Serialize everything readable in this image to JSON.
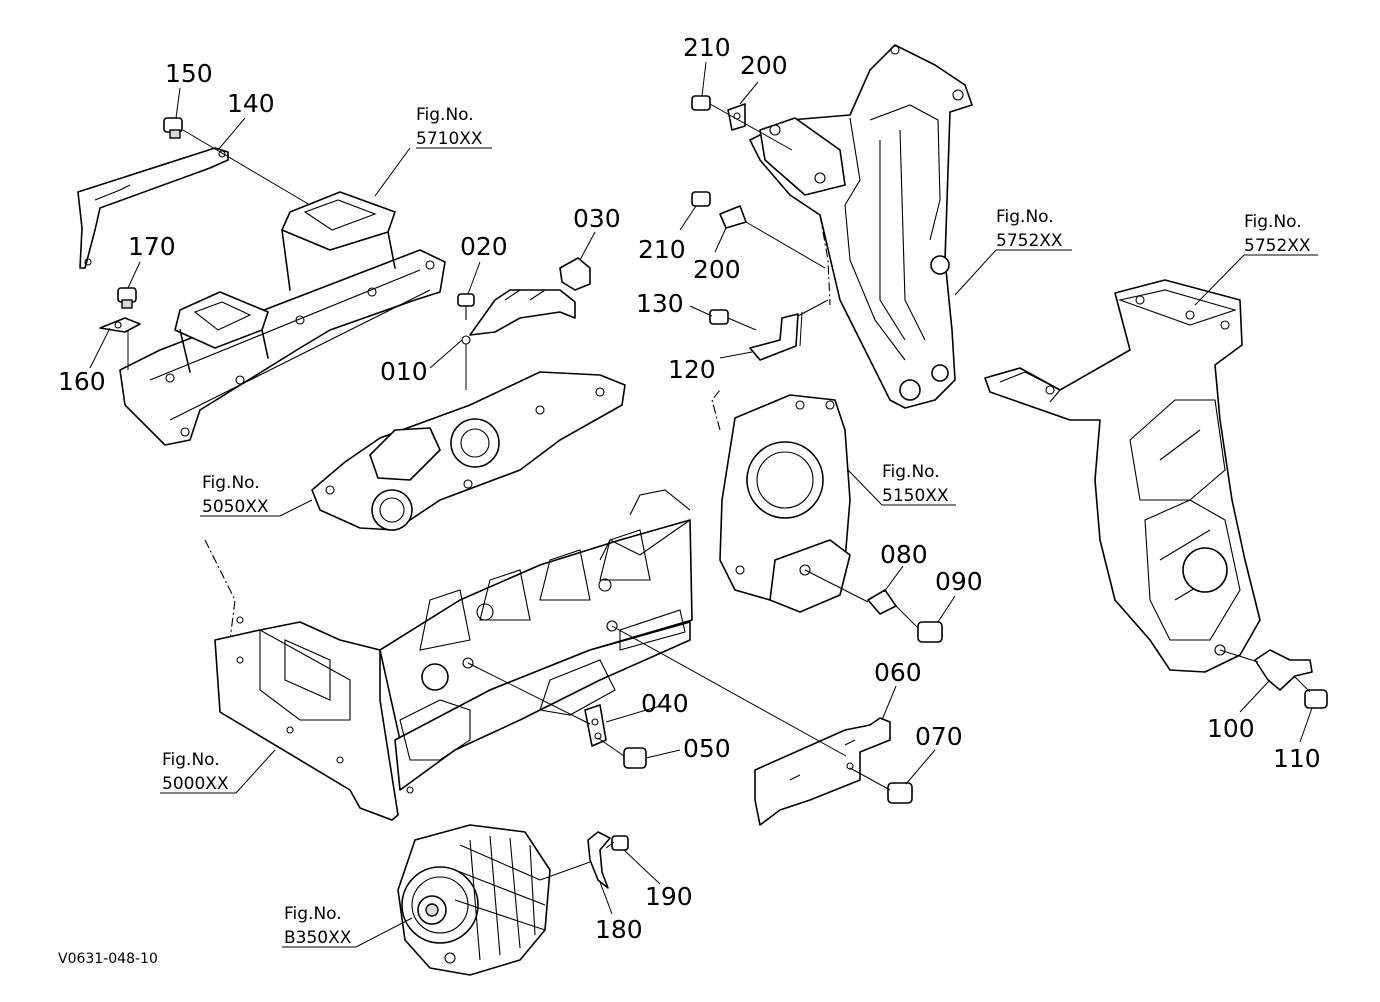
{
  "drawing_code": "V0631-048-10",
  "parts": {
    "p010": "010",
    "p020": "020",
    "p030": "030",
    "p040": "040",
    "p050": "050",
    "p060": "060",
    "p070": "070",
    "p080": "080",
    "p090": "090",
    "p100": "100",
    "p110": "110",
    "p120": "120",
    "p130": "130",
    "p140": "140",
    "p150": "150",
    "p160": "160",
    "p170": "170",
    "p180": "180",
    "p190": "190",
    "p200a": "200",
    "p200b": "200",
    "p210a": "210",
    "p210b": "210"
  },
  "figure_refs": {
    "intake_manifold": {
      "label": "Fig.No.",
      "number": "5710XX"
    },
    "bracket_upper": {
      "label": "Fig.No.",
      "number": "5752XX"
    },
    "bracket_right": {
      "label": "Fig.No.",
      "number": "5752XX"
    },
    "gear_case": {
      "label": "Fig.No.",
      "number": "5150XX"
    },
    "head_cover": {
      "label": "Fig.No.",
      "number": "5050XX"
    },
    "crankcase": {
      "label": "Fig.No.",
      "number": "5000XX"
    },
    "alternator": {
      "label": "Fig.No.",
      "number": "B350XX"
    }
  }
}
